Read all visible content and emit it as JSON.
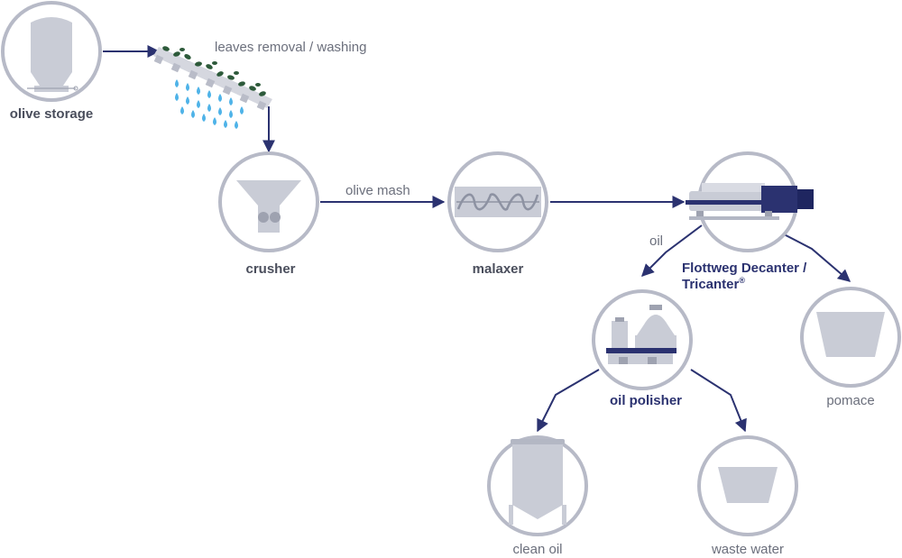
{
  "nodes": {
    "olive_storage": "olive storage",
    "crusher": "crusher",
    "malaxer": "malaxer",
    "decanter_line1": "Flottweg Decanter /",
    "decanter_line2": "Tricanter",
    "decanter_reg": "®",
    "oil_polisher": "oil polisher",
    "pomace": "pomace",
    "clean_oil": "clean oil",
    "waste_water": "waste water"
  },
  "edges": {
    "leaves_removal": "leaves removal / washing",
    "olive_mash": "olive mash",
    "oil": "oil"
  },
  "colors": {
    "arrow": "#2b3270",
    "highlight_label": "#2b3270",
    "circle_border": "#b7bac7",
    "equipment": "#c9ccd6",
    "water": "#4fb3e8",
    "leaves": "#2d5a3a"
  }
}
